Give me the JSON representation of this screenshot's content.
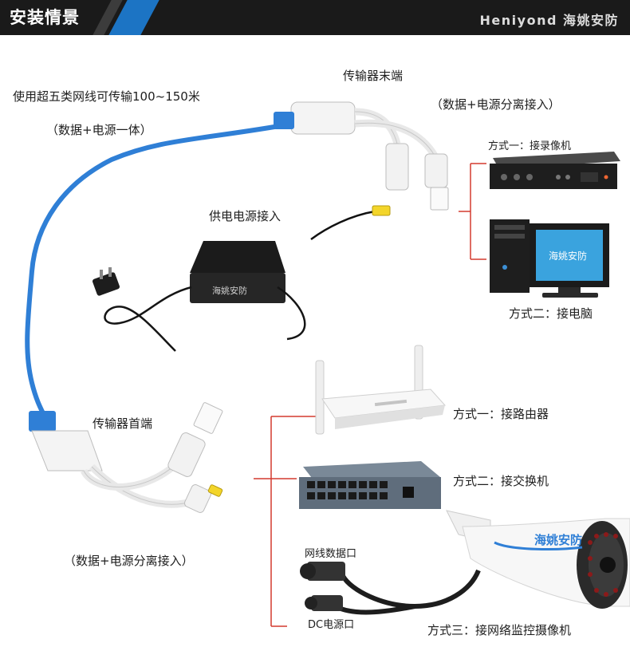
{
  "header": {
    "title": "安装情景",
    "brand": "Heniyond 海姚安防"
  },
  "labels": {
    "distance": "使用超五类网线可传输100~150米",
    "combined": "（数据+电源一体）",
    "receiver_end": "传输器末端",
    "receiver_split": "（数据+电源分离接入）",
    "power_supply": "供电电源接入",
    "method1_recorder": "方式一：接录像机",
    "method2_pc": "方式二：接电脑",
    "sender_end": "传输器首端",
    "sender_split": "（数据+电源分离接入）",
    "method1_router": "方式一：接路由器",
    "method2_switch": "方式二：接交换机",
    "lan_port": "网线数据口",
    "dc_port": "DC电源口",
    "method3_camera": "方式三：接网络监控摄像机"
  },
  "watermarks": {
    "adapter": "海姚安防",
    "monitor": "海姚安防",
    "camera": "海姚安防"
  },
  "colors": {
    "header_bg": "#1a1a1a",
    "accent_blue": "#1c74c4",
    "cable_blue": "#2f7fd6",
    "bracket_red": "#d33a2f"
  }
}
